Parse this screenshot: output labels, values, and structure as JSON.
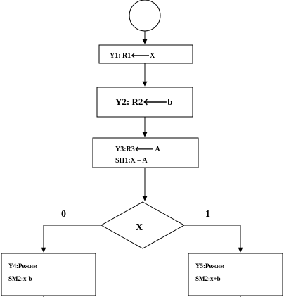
{
  "diagram": {
    "blocks": {
      "y1": "Y1: R1🡐X",
      "y2": "Y2: R2🡐b",
      "y3_line1": "Y3:R3🡐  A",
      "y3_line2": "SH1:X  – A",
      "decision": "X",
      "y4_line1": "Y4:Режим",
      "y4_line2": "SM2:x-b",
      "y5_line1": "Y5:Режим",
      "y5_line2": "SM2:x+b"
    },
    "branches": {
      "left": "0",
      "right": "1"
    },
    "colors": {
      "stroke": "#000000",
      "fill": "#ffffff",
      "text": "#000000"
    }
  }
}
